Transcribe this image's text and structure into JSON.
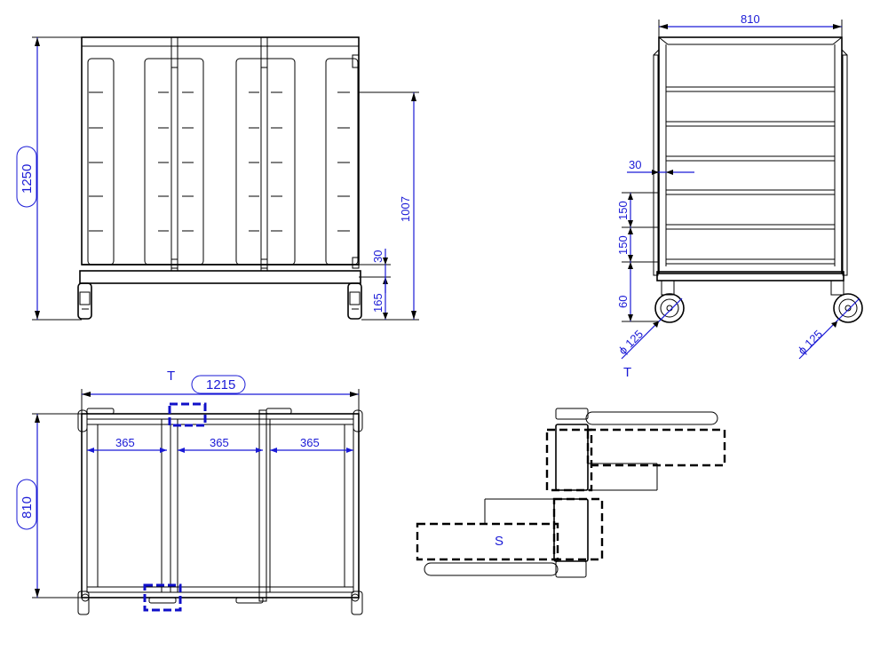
{
  "front_view": {
    "height_total": "1250",
    "height_upper": "1007",
    "offset_top": "30",
    "offset_bottom": "165"
  },
  "side_view": {
    "width": "810",
    "offset_30": "30",
    "spacing_a": "150",
    "spacing_b": "150",
    "base_60": "60",
    "wheel_left": "ϕ 125",
    "wheel_right": "ϕ 125",
    "section_mark": "T"
  },
  "top_view": {
    "section_mark": "T",
    "width_total": "1215",
    "depth": "810",
    "bay_1": "365",
    "bay_2": "365",
    "bay_3": "365"
  },
  "detail": {
    "label": "S"
  }
}
